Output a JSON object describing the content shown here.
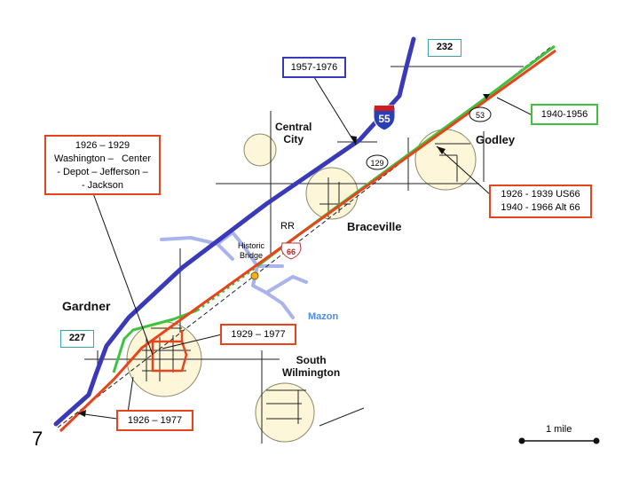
{
  "slide_number": "7",
  "towns": {
    "central_city": "Central\nCity",
    "godley": "Godley",
    "braceville": "Braceville",
    "gardner": "Gardner",
    "south_wilmington": "South\nWilmington",
    "mazon": "Mazon"
  },
  "map_labels": {
    "rr": "RR",
    "historic_bridge": "Historic\nBridge"
  },
  "shields": {
    "interstate": "55",
    "route_53": "53",
    "route_129": "129",
    "us_66": "66"
  },
  "mile_markers": {
    "top": "232",
    "bottom": "227"
  },
  "callouts": {
    "i55_years": "1957-1976",
    "green_years": "1940-1956",
    "red_years": "1926 - 1939 US66\n1940 - 1966 Alt 66",
    "gardner_streets": "1926 – 1929\nWashington –   Center\n- Depot – Jefferson –\n- Jackson",
    "gardner_1929": "1929 – 1977",
    "gardner_1926": "1926 – 1977"
  },
  "scale": {
    "label": "1 mile"
  },
  "colors": {
    "interstate": "#3a3ab8",
    "route_1940": "#3ec33e",
    "route_1926": "#e8441b",
    "river": "#aab4ec",
    "town_fill": "#fdf6d9",
    "marker_border": "#3ba3ae"
  }
}
